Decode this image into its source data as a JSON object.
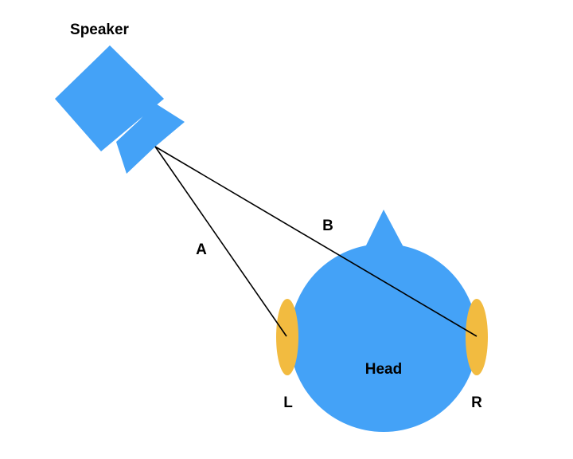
{
  "labels": {
    "speaker": "Speaker",
    "head": "Head",
    "left_ear": "L",
    "right_ear": "R",
    "path_a": "A",
    "path_b": "B"
  },
  "colors": {
    "head_fill": "#44a2f7",
    "speaker_fill": "#44a2f7",
    "ear_fill": "#f2bb40",
    "line": "#000000",
    "background": "#ffffff"
  },
  "icons": {
    "speaker": "speaker-icon",
    "head": "head-icon",
    "ear": "ear-icon"
  }
}
